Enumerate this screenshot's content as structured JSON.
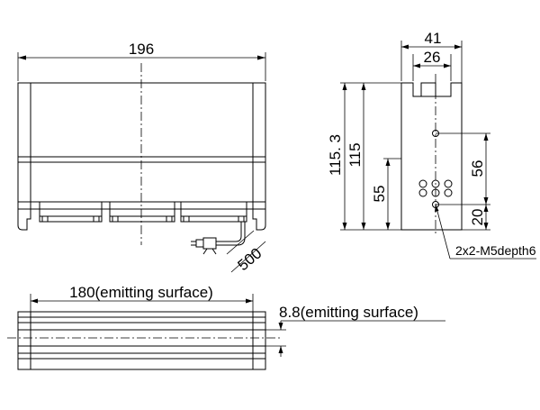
{
  "dimensions": {
    "front_width": "196",
    "side_width_outer": "41",
    "side_width_inner": "26",
    "side_height_total": "115. 3",
    "side_height_body": "115",
    "side_height_mid": "55",
    "side_hole_upper": "56",
    "side_hole_lower": "20",
    "cable_length": "500",
    "bottom_emitting_length": "180(emitting surface)",
    "bottom_emitting_width": "8.8(emitting surface)"
  },
  "notes": {
    "tapped_holes": "2x2-M5depth6"
  },
  "colors": {
    "line": "#000000",
    "background": "#ffffff"
  }
}
